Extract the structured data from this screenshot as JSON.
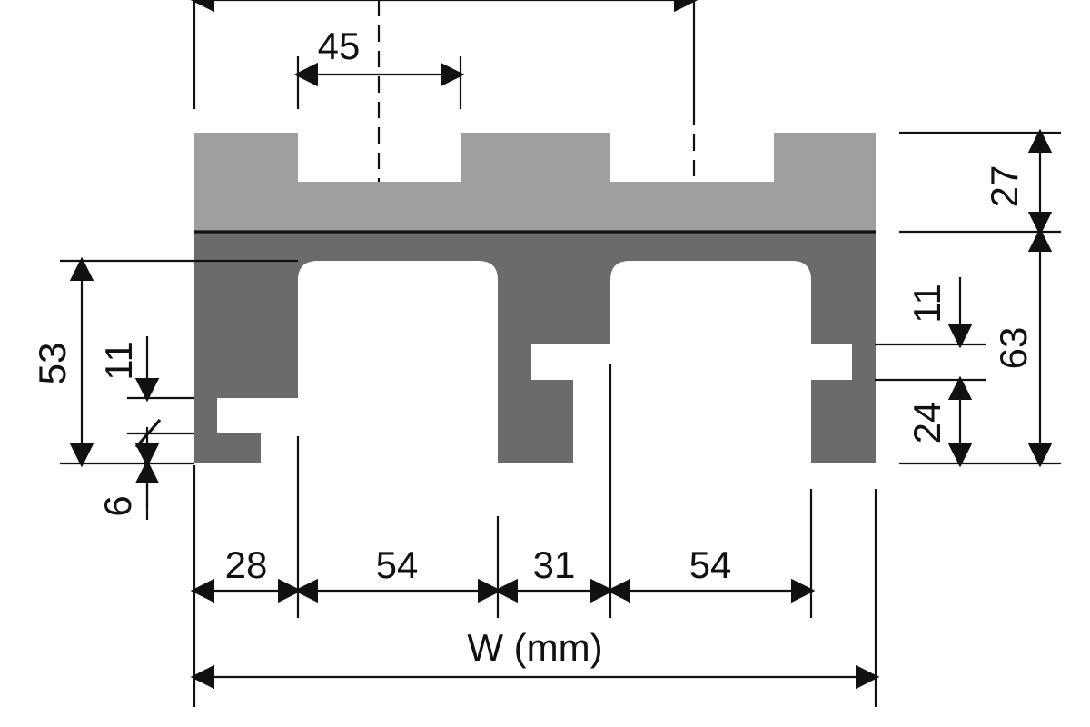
{
  "dimensions": {
    "top_width": "45",
    "cap_height": "27",
    "overall_height": "63",
    "left_height": "53",
    "left_slot": "11",
    "bottom_offset": "6",
    "right_slot": "11",
    "right_bottom": "24",
    "segment_1": "28",
    "segment_2": "54",
    "segment_3": "31",
    "segment_4": "54",
    "overall_width": "W (mm)"
  },
  "colors": {
    "cap": "#9f9f9f",
    "body": "#6b6b6b",
    "line": "#111111"
  }
}
